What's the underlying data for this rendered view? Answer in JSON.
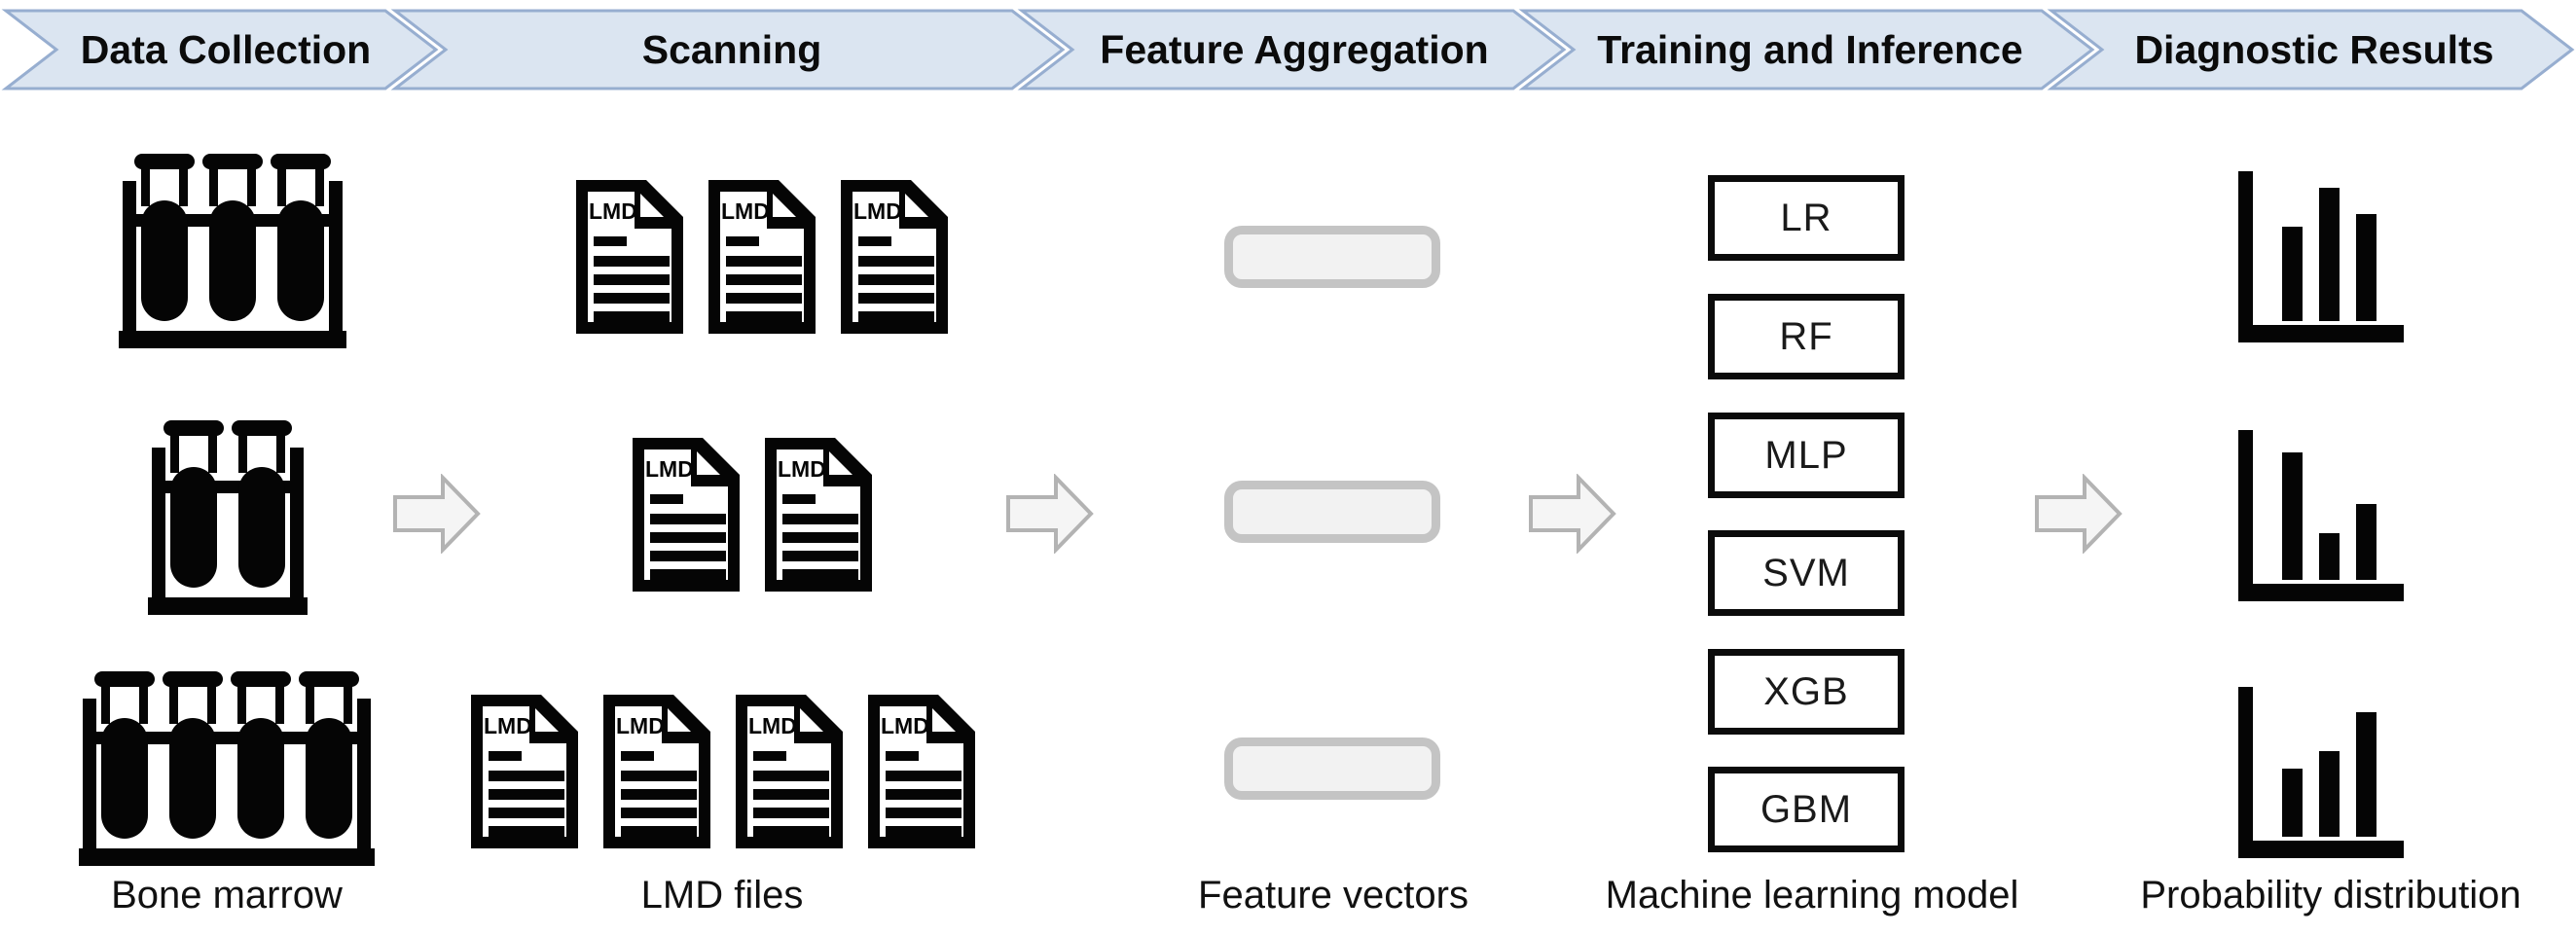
{
  "banner": {
    "steps": [
      "Data Collection",
      "Scanning",
      "Feature Aggregation",
      "Training and Inference",
      "Diagnostic Results"
    ],
    "fill_color": "#dbe5f1",
    "border_color": "#97aed0"
  },
  "pipeline": {
    "bone_marrow": {
      "caption": "Bone marrow",
      "tube_counts_per_row": [
        3,
        2,
        4
      ]
    },
    "lmd_files": {
      "caption": "LMD files",
      "badge": "LMD",
      "file_counts_per_row": [
        3,
        2,
        4
      ]
    },
    "feature_vectors": {
      "caption": "Feature vectors",
      "vector_rows": 3
    },
    "models": {
      "caption": "Machine learning model",
      "names": [
        "LR",
        "RF",
        "MLP",
        "SVM",
        "XGB",
        "GBM"
      ]
    },
    "results": {
      "caption": "Probability distribution",
      "bar_heights_per_row": [
        [
          97,
          137,
          110
        ],
        [
          131,
          48,
          78
        ],
        [
          70,
          88,
          128
        ]
      ],
      "bar_max": 154
    }
  },
  "arrows": {
    "between_stages": 4,
    "direction": "right",
    "fill_color": "#f5f5f5",
    "border_color": "#b3b3b3"
  }
}
